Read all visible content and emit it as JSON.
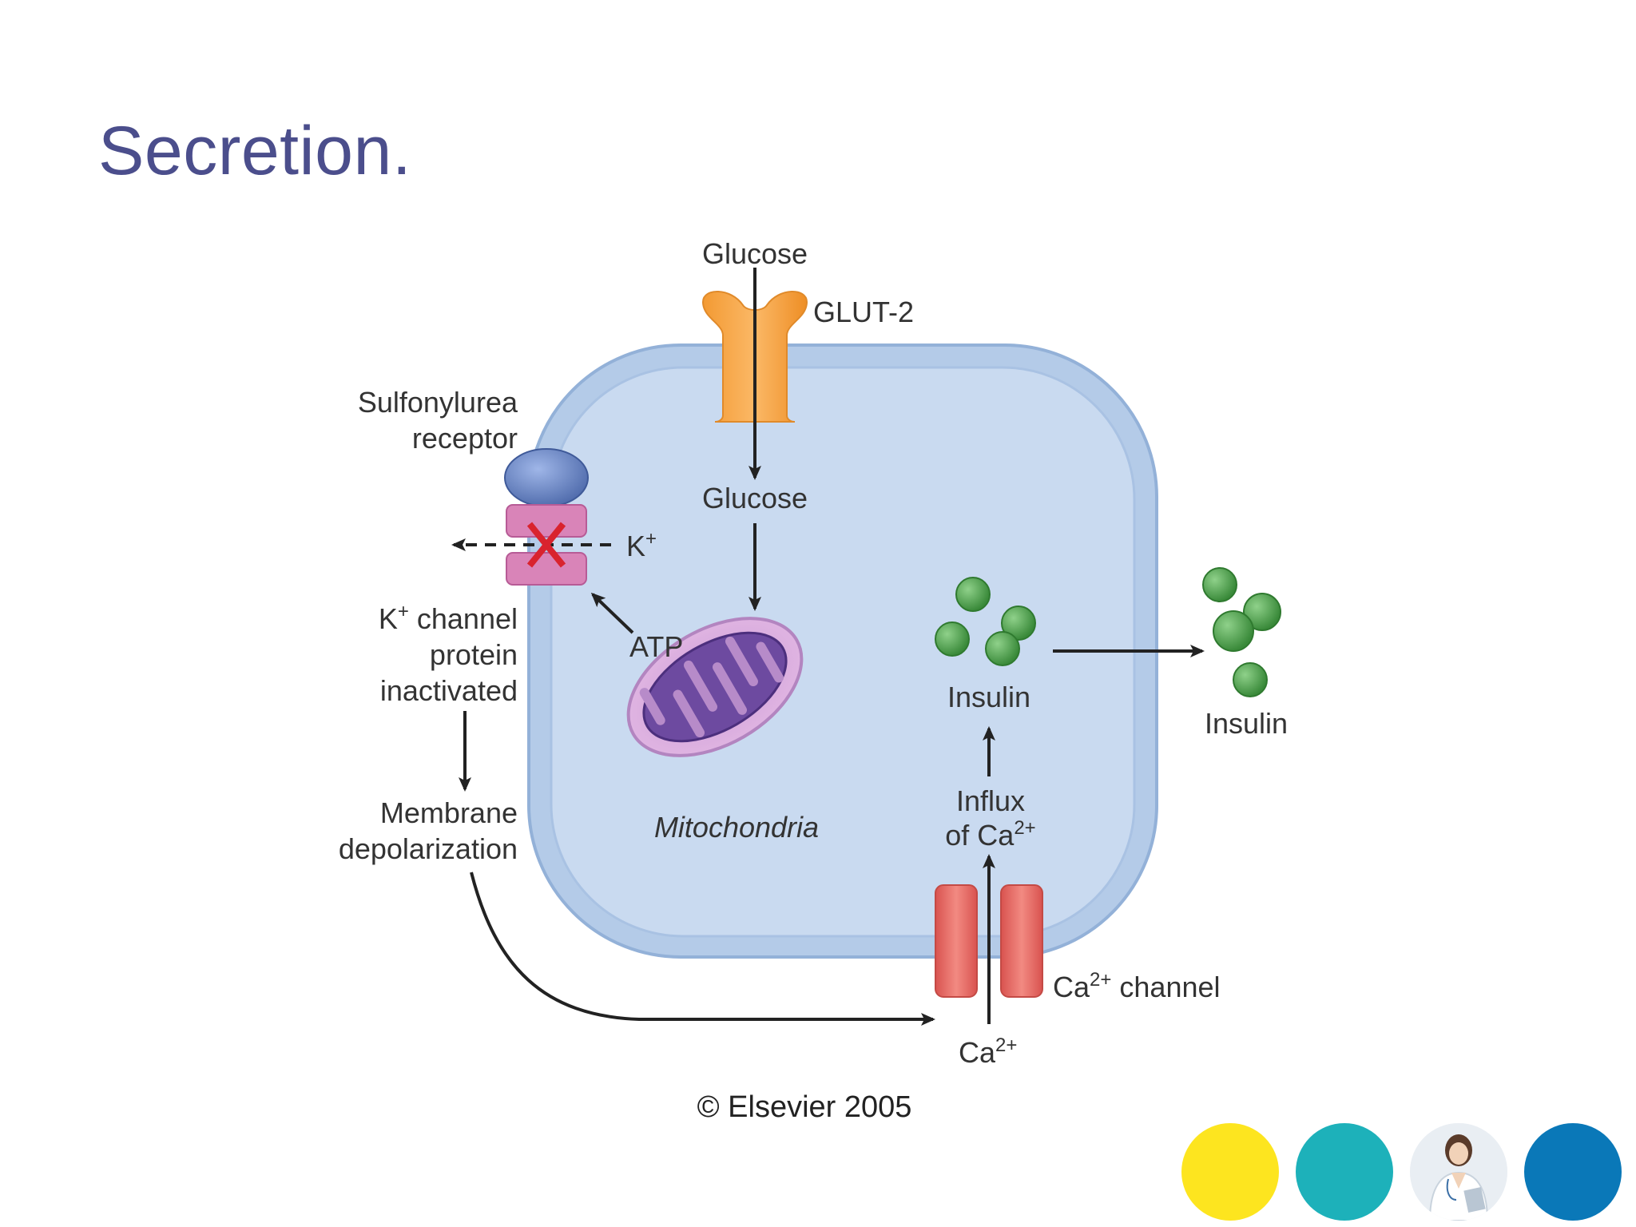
{
  "slide": {
    "title": "Secretion."
  },
  "labels": {
    "glucose_outside": "Glucose",
    "glut2": "GLUT-2",
    "glucose_inside": "Glucose",
    "sulfonylurea_line1": "Sulfonylurea",
    "sulfonylurea_line2": "receptor",
    "k_plus": "K",
    "k_plus_sup": "+",
    "k_channel_line1_k": "K",
    "k_channel_line1_sup": "+",
    "k_channel_line1_rest": " channel",
    "k_channel_line2": "protein",
    "k_channel_line3": "inactivated",
    "atp": "ATP",
    "mitochondria": "Mitochondria",
    "membrane_line1": "Membrane",
    "membrane_line2": "depolarization",
    "insulin_inside": "Insulin",
    "insulin_outside": "Insulin",
    "influx_line1": "Influx",
    "influx_line2_prefix": "of Ca",
    "influx_line2_sup": "2+",
    "ca_channel_prefix": "Ca",
    "ca_channel_sup": "2+",
    "ca_channel_rest": " channel",
    "ca_below": "Ca",
    "ca_below_sup": "2+",
    "copyright": "© Elsevier 2005"
  },
  "colors": {
    "title": "#4b4e8c",
    "cell_fill": "#c8d9ef",
    "cell_membrane": "#9fbbe0",
    "glut2": "#f5a040",
    "sur_receptor": "#6b88c4",
    "k_channel": "#d87fb3",
    "x_mark": "#d9232e",
    "mitochondria_outer": "#d8a6d8",
    "mitochondria_inner": "#6a4a9e",
    "insulin_granule": "#4a9d4a",
    "ca_channel": "#e86a6a",
    "deco_yellow": "#fde51f",
    "deco_teal": "#1db1ba",
    "deco_blue": "#0a78b8"
  },
  "decorations": {
    "icons": [
      "yellow-circle",
      "teal-circle",
      "doctor-photo-circle",
      "blue-circle"
    ]
  }
}
